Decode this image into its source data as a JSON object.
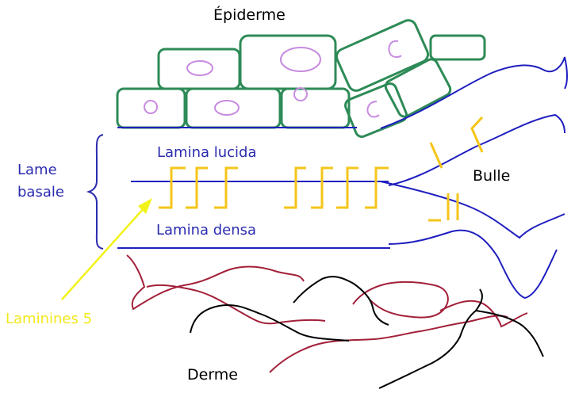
{
  "labels": {
    "epiderme": "Épiderme",
    "lame_basale_line1": "Lame",
    "lame_basale_line2": "basale",
    "lamina_lucida": "Lamina lucida",
    "lamina_densa": "Lamina densa",
    "bulle": "Bulle",
    "laminines": "Laminines 5",
    "derme": "Derme"
  },
  "colors": {
    "cell_outline": "#2e8b57",
    "nucleus": "#c78be0",
    "membrane": "#1f1fbf",
    "laminin": "#f5c518",
    "arrow": "#f2f21a",
    "fiber_red": "#a3203a",
    "fiber_black": "#000000",
    "brace": "#2b2bb0"
  }
}
